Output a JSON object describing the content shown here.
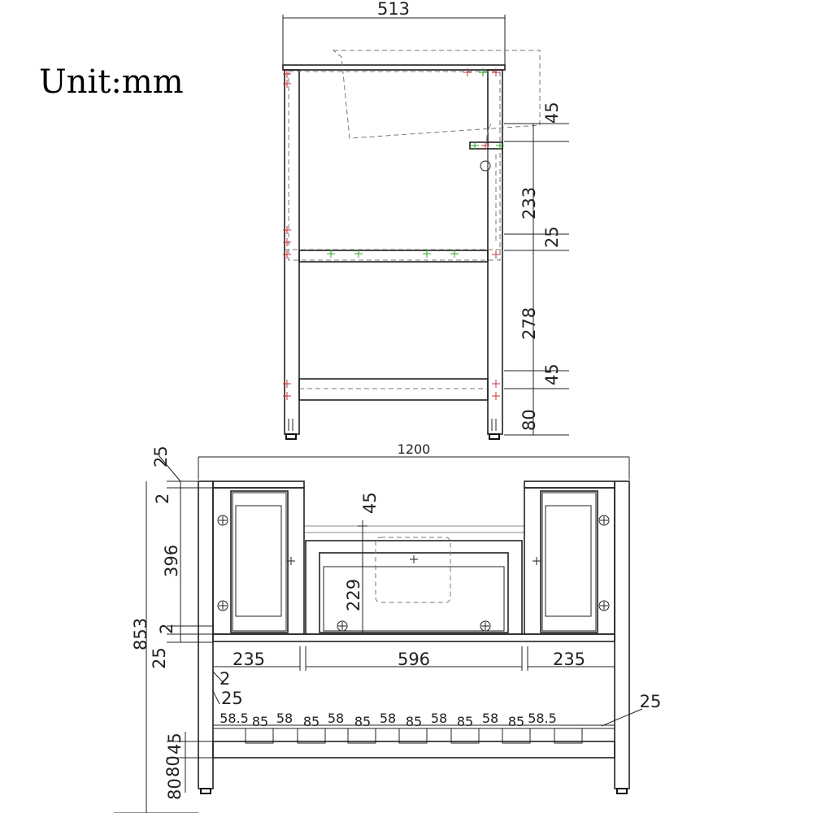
{
  "unit_label": "Unit:mm",
  "side_view": {
    "width": "513",
    "dims_right": [
      "45",
      "233",
      "25",
      "278",
      "45",
      "80"
    ]
  },
  "front_view": {
    "width": "1200",
    "height": "853",
    "left_dims": [
      "25",
      "2",
      "396",
      "2",
      "25"
    ],
    "center_dims": [
      "45",
      "229"
    ],
    "section_widths": [
      "235",
      "596",
      "235"
    ],
    "lower_left_dims": [
      "2",
      "25"
    ],
    "shelf_spacing": [
      "58.5",
      "85",
      "58",
      "85",
      "58",
      "85",
      "58",
      "85",
      "58",
      "85",
      "58",
      "85",
      "58.5"
    ],
    "shelf_right": "25",
    "foot_dims": [
      "80",
      "45",
      "80"
    ]
  }
}
